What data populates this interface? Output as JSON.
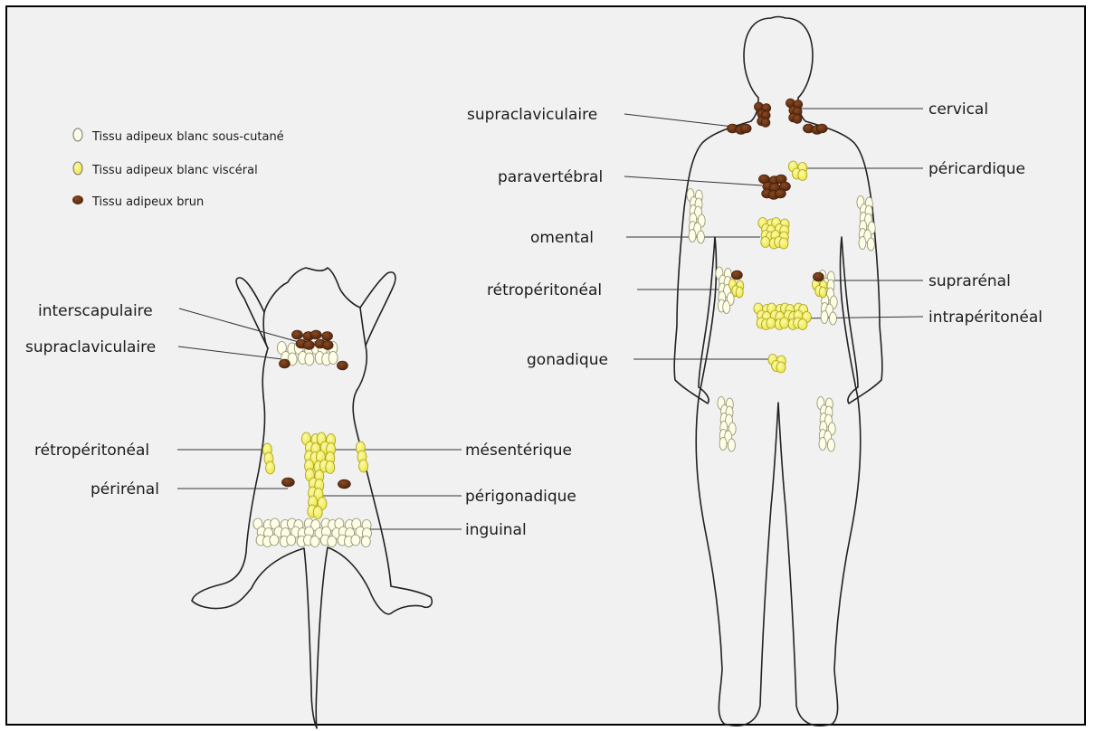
{
  "legend": {
    "items": [
      {
        "label": "Tissu adipeux blanc sous-cutané",
        "icon": "white-fat-icon",
        "color": "#fefde6"
      },
      {
        "label": "Tissu adipeux blanc viscéral",
        "icon": "yellow-fat-icon",
        "color": "#f6f26a"
      },
      {
        "label": "Tissu adipeux brun",
        "icon": "brown-fat-icon",
        "color": "#5e2d12"
      }
    ]
  },
  "mouse": {
    "labels": {
      "interscapulaire": "interscapulaire",
      "supraclaviculaire": "supraclaviculaire",
      "retroperitoneal": "rétropéritonéal",
      "perirenal": "périrénal",
      "mesenterique": "mésentérique",
      "perigonadique": "périgonadique",
      "inguinal": "inguinal"
    }
  },
  "human": {
    "labels": {
      "supraclaviculaire": "supraclaviculaire",
      "cervical": "cervical",
      "paravertebral": "paravertébral",
      "pericardique": "péricardique",
      "omental": "omental",
      "retroperitoneal": "rétropéritonéal",
      "suprarenal": "suprarénal",
      "intraperitoneal": "intrapéritonéal",
      "gonadique": "gonadique"
    }
  },
  "colors": {
    "background": "#f1f1f1",
    "subcutaneous_white": "#fefde6",
    "visceral_white": "#f6f26a",
    "brown": "#5e2d12",
    "outline": "#222222"
  }
}
